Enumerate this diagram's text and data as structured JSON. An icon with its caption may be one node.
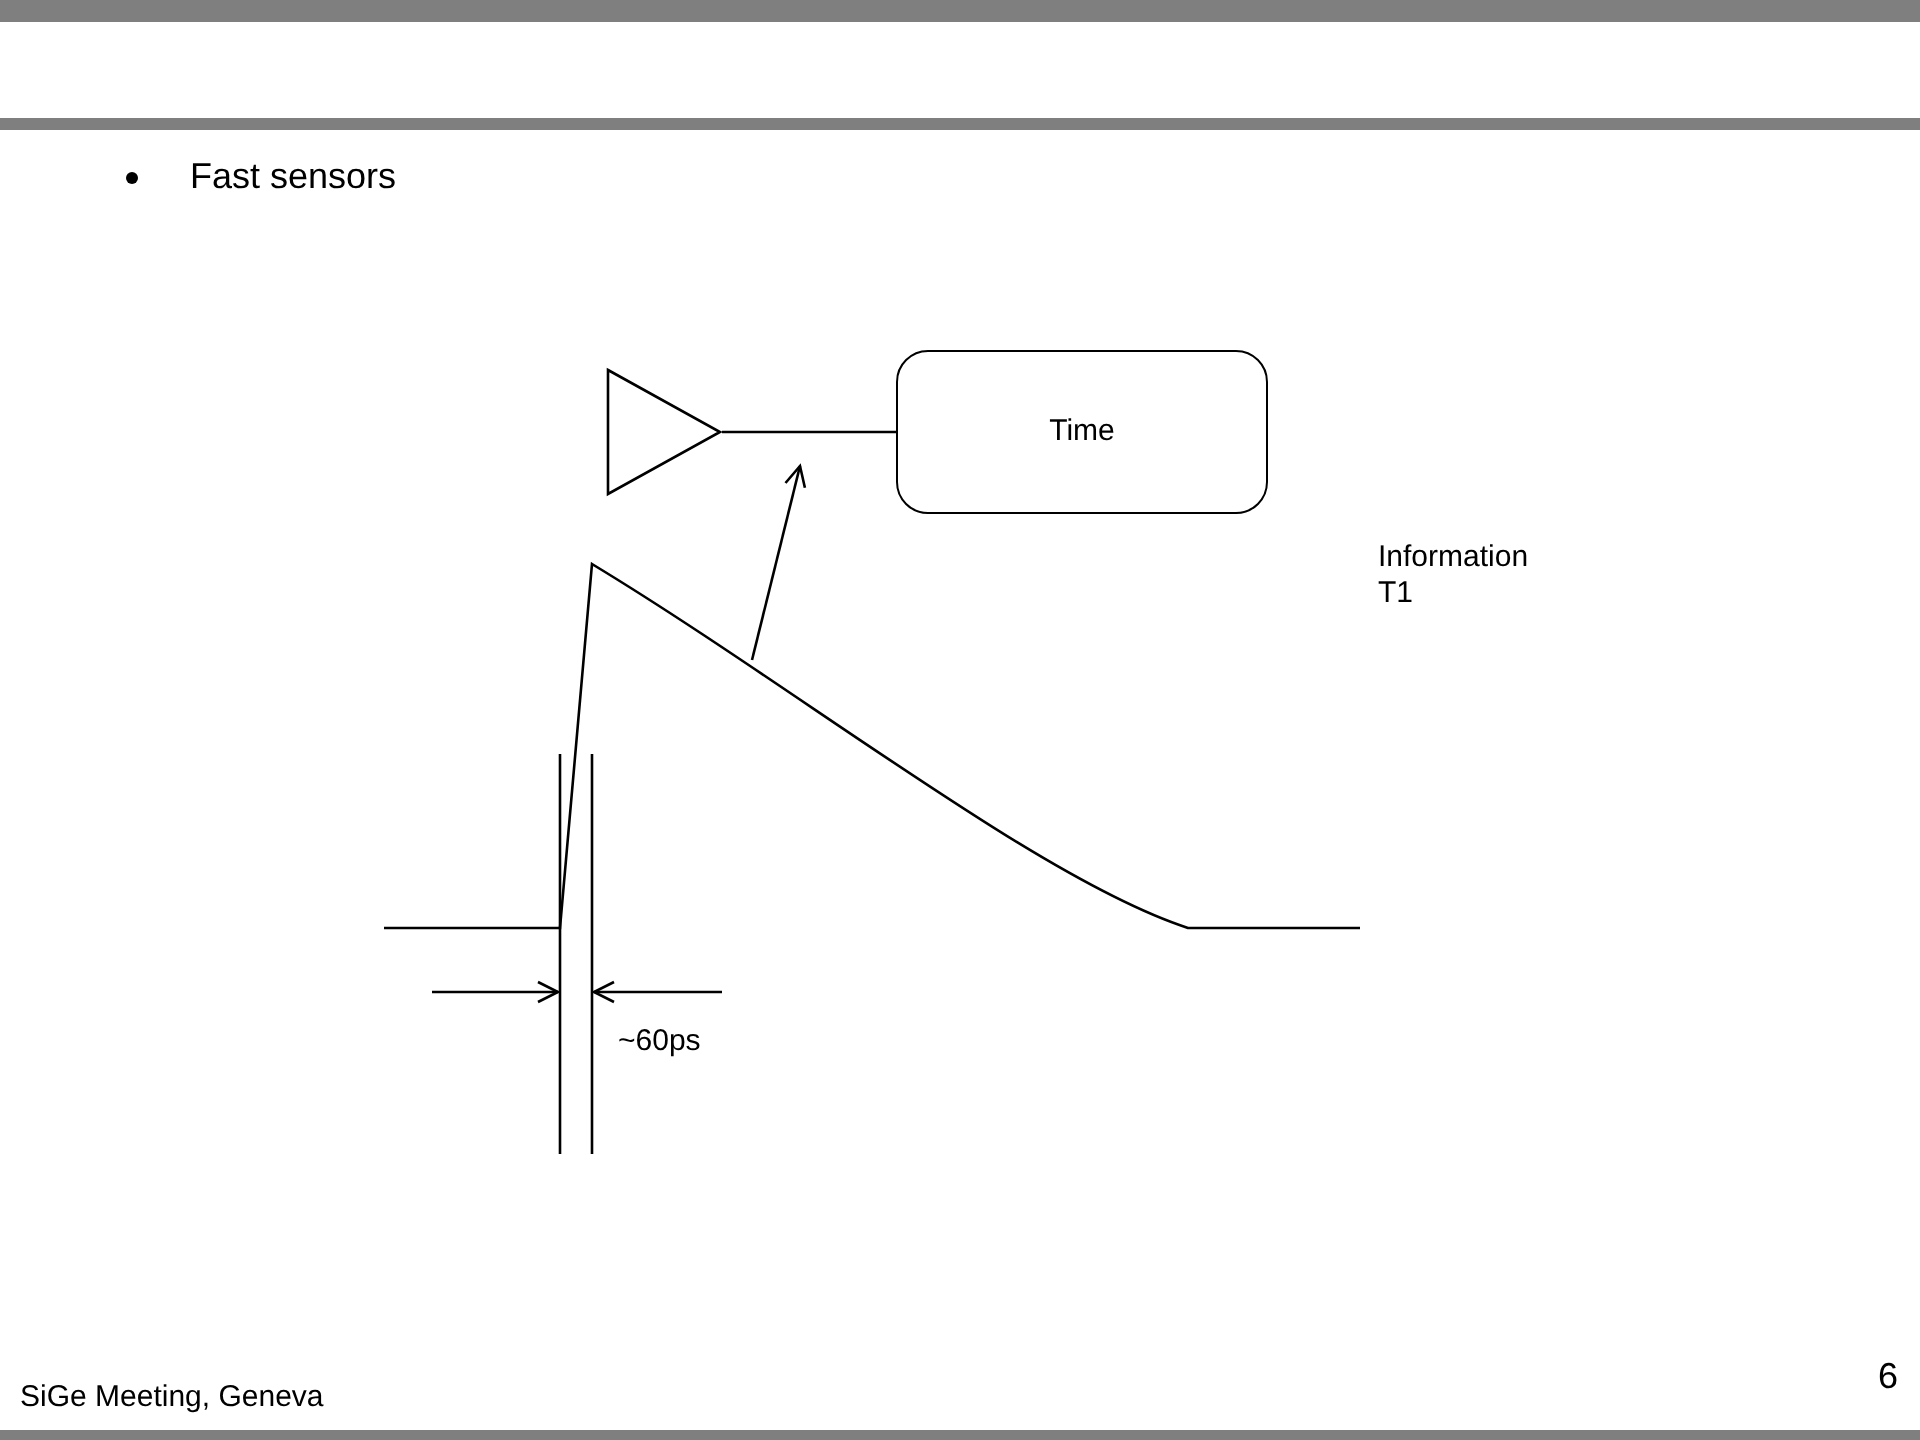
{
  "diagram": {
    "nodes": [
      {
        "text": [],
        "shape": "triangle"
      },
      {
        "text": [
          "Time"
        ]
      },
      {
        "text": [],
        "shape": "picture"
      }
    ],
    "edges": [
      {
        "from": 0,
        "to": 1,
        "arrow": "none"
      },
      {
        "from": 2,
        "to": null,
        "arrow": "to"
      }
    ],
    "labels": [
      "Fast sensors",
      "Information T1",
      "~60ps",
      "SiGe Meeting, Geneva",
      "6"
    ]
  }
}
